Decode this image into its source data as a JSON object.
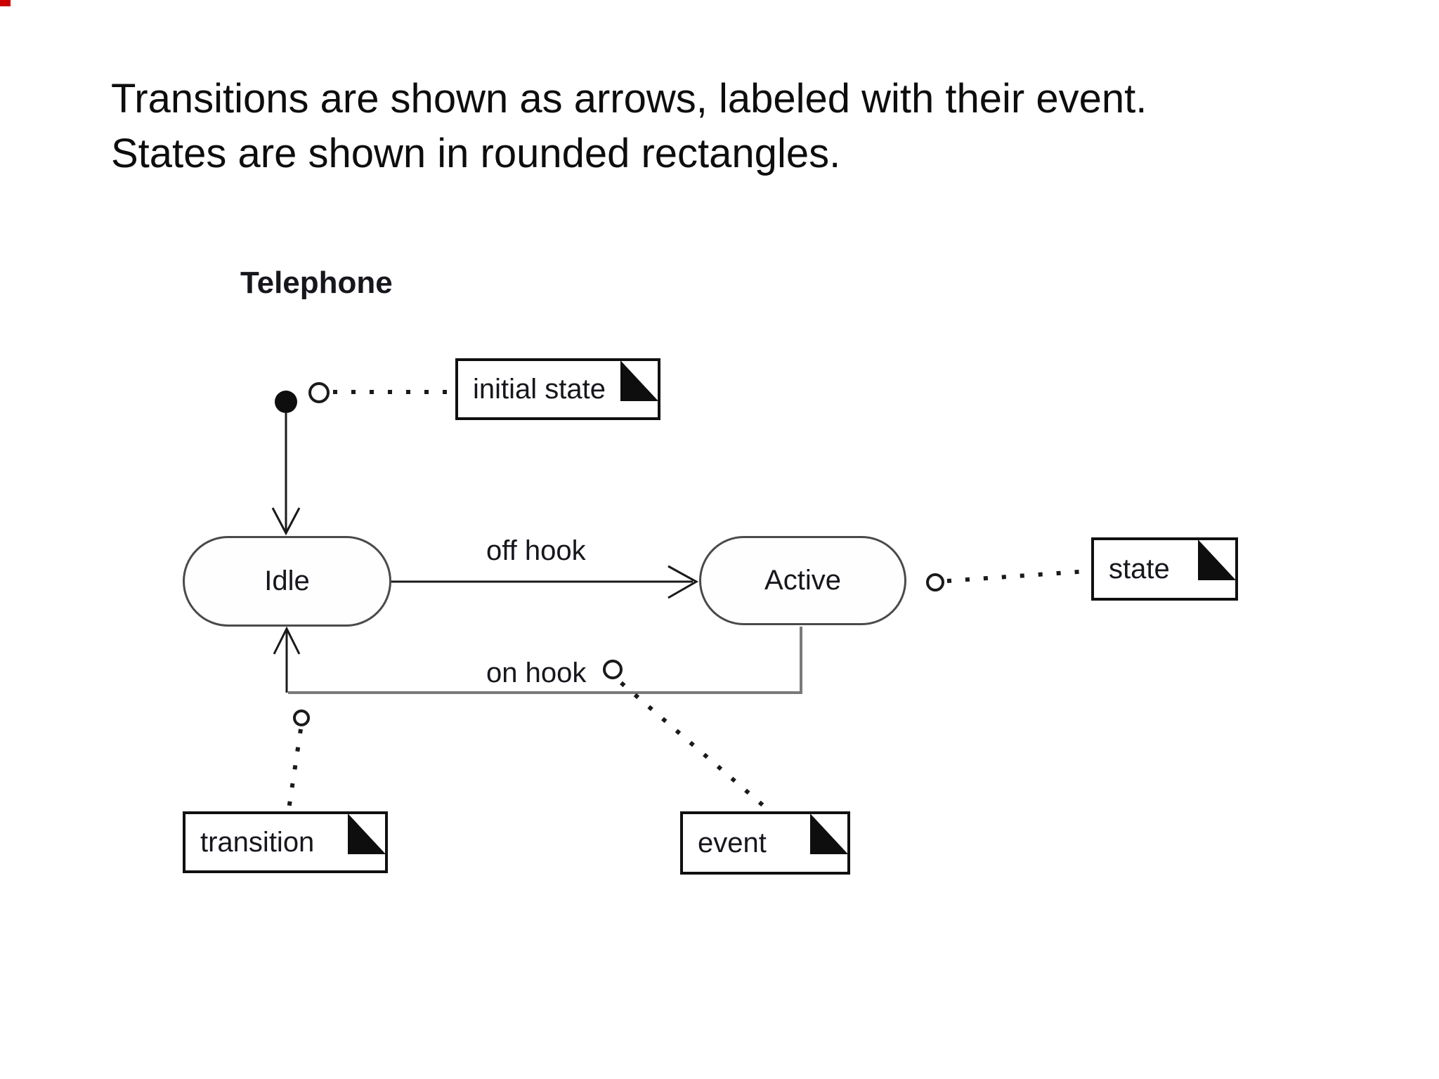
{
  "slide": {
    "title_lines": [
      "Transitions are shown as arrows, labeled with their event.",
      "States are shown in rounded rectangles."
    ]
  },
  "diagram": {
    "name": "Telephone",
    "states": {
      "idle": "Idle",
      "active": "Active"
    },
    "transitions": {
      "off_hook": "off hook",
      "on_hook": "on hook"
    },
    "notes": {
      "initial_state": "initial state",
      "state": "state",
      "transition": "transition",
      "event": "event"
    },
    "colors": {
      "ink": "#141414",
      "note_border": "#101010",
      "state_border": "#4a4a4a",
      "return_line_gray": "#7a7a7a",
      "artifact_red": "#cc0000"
    }
  }
}
